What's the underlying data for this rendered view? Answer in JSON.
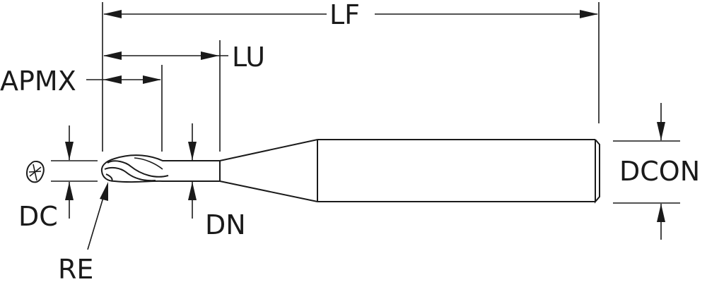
{
  "diagram": {
    "type": "technical-drawing",
    "subject": "ball nose end mill",
    "labels": {
      "lf": "LF",
      "lu": "LU",
      "apmx": "APMX",
      "dc": "DC",
      "re": "RE",
      "dn": "DN",
      "dcon": "DCON"
    },
    "colors": {
      "line": "#1a1a1a",
      "background": "#ffffff"
    }
  }
}
